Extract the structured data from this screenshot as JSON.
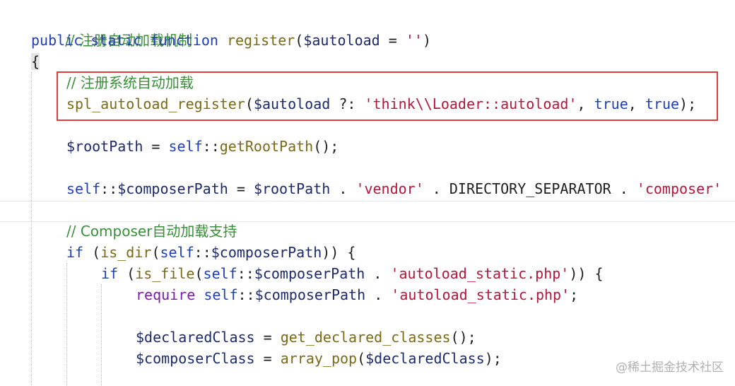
{
  "code": {
    "l1": {
      "comment": "// 注册自动加载机制"
    },
    "l2": {
      "kw1": "public",
      "kw2": "static",
      "kw3": "function",
      "fn": "register",
      "open": "(",
      "var": "$autoload",
      "eq": " = ",
      "str": "''",
      "close": ")"
    },
    "l3": {
      "brace": "{"
    },
    "l4": {
      "comment": "// 注册系统自动加载"
    },
    "l5": {
      "fn": "spl_autoload_register",
      "open": "(",
      "var": "$autoload",
      "op": " ?: ",
      "str": "'think\\\\Loader::autoload'",
      "c1": ", ",
      "kw1": "true",
      "c2": ", ",
      "kw2": "true",
      "close": ");"
    },
    "l6": {
      "var": "$rootPath",
      "eq": " = ",
      "self": "self",
      "dc": "::",
      "fn": "getRootPath",
      "close": "();"
    },
    "l7": {
      "self": "self",
      "dc": "::",
      "var": "$composerPath",
      "eq": " = ",
      "var2": "$rootPath",
      "dot1": " . ",
      "str1": "'vendor'",
      "dot2": " . ",
      "const": "DIRECTORY_SEPARATOR",
      "dot3": " . ",
      "str2": "'composer'"
    },
    "l8": {
      "comment": "// Composer自动加载支持"
    },
    "l9": {
      "kw": "if",
      "open": " (",
      "fn": "is_dir",
      "p1": "(",
      "self": "self",
      "dc": "::",
      "var": "$composerPath",
      "close": ")) {"
    },
    "l10": {
      "kw": "if",
      "open": " (",
      "fn": "is_file",
      "p1": "(",
      "self": "self",
      "dc": "::",
      "var": "$composerPath",
      "dot": " . ",
      "str": "'autoload_static.php'",
      "close": ")) {"
    },
    "l11": {
      "kw": "require",
      "sp": " ",
      "self": "self",
      "dc": "::",
      "var": "$composerPath",
      "dot": " . ",
      "str": "'autoload_static.php'",
      "close": ";"
    },
    "l12": {
      "var": "$declaredClass",
      "eq": " = ",
      "fn": "get_declared_classes",
      "close": "();"
    },
    "l13": {
      "var": "$composerClass",
      "eq": " = ",
      "fn": "array_pop",
      "open": "(",
      "var2": "$declaredClass",
      "close": ");"
    }
  },
  "watermark": "@稀土掘金技术社区"
}
